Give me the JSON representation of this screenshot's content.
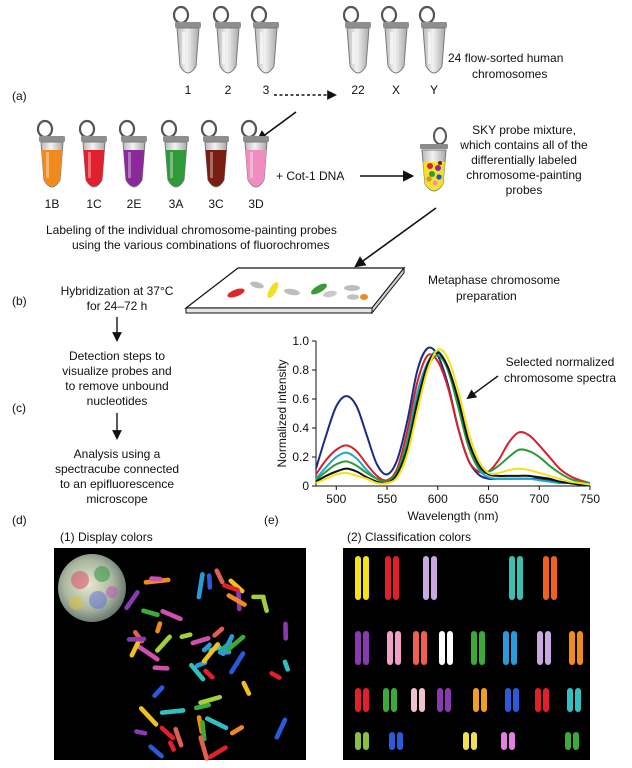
{
  "panel_labels": {
    "a": "(a)",
    "b": "(b)",
    "c": "(c)",
    "d": "(d)",
    "e": "(e)"
  },
  "flow_sorted": {
    "tube_labels": [
      "1",
      "2",
      "3",
      "22",
      "X",
      "Y"
    ],
    "caption_line1": "24 flow-sorted human",
    "caption_line2": "chromosomes"
  },
  "probes": {
    "tubes": [
      {
        "label": "1B",
        "color": "#f08a1c"
      },
      {
        "label": "1C",
        "color": "#e0202c"
      },
      {
        "label": "2E",
        "color": "#8a2a9a"
      },
      {
        "label": "3A",
        "color": "#2f9a3a"
      },
      {
        "label": "3C",
        "color": "#7a1e14"
      },
      {
        "label": "3D",
        "color": "#f08cc0"
      }
    ],
    "caption_line1": "Labeling of the individual chromosome-painting probes",
    "caption_line2": "using the various combinations of fluorochromes"
  },
  "cot": {
    "label": "+ Cot-1 DNA"
  },
  "sky_mixture": {
    "line1": "SKY probe mixture,",
    "line2": "which contains all of the",
    "line3": "differentially labeled",
    "line4": "chromosome-painting",
    "line5": "probes"
  },
  "metaphase": {
    "line1": "Metaphase chromosome",
    "line2": "preparation"
  },
  "steps": {
    "hyb_line1": "Hybridization at 37°C",
    "hyb_line2": "for 24–72 h",
    "det_line1": "Detection steps to",
    "det_line2": "visualize probes and",
    "det_line3": "to remove unbound",
    "det_line4": "nucleotides",
    "ana_line1": "Analysis using a",
    "ana_line2": "spectracube connected",
    "ana_line3": "to an epifluorescence",
    "ana_line4": "microscope"
  },
  "chart_data": {
    "type": "line",
    "xlabel": "Wavelength (nm)",
    "ylabel": "Normalized intensity",
    "xlim": [
      480,
      750
    ],
    "ylim": [
      0,
      1.0
    ],
    "x_ticks": [
      500,
      550,
      600,
      650,
      700,
      750
    ],
    "y_ticks": [
      0,
      0.2,
      0.4,
      0.6,
      0.8,
      1.0
    ],
    "grid": false,
    "annotation": "Selected normalized\nchromosome spectra",
    "x": [
      480,
      490,
      500,
      510,
      520,
      530,
      540,
      550,
      560,
      570,
      580,
      590,
      600,
      610,
      620,
      630,
      640,
      650,
      660,
      670,
      680,
      690,
      700,
      710,
      720,
      730,
      740,
      750
    ],
    "series": [
      {
        "color": "#1c2a80",
        "values": [
          0.12,
          0.35,
          0.55,
          0.62,
          0.55,
          0.35,
          0.15,
          0.08,
          0.18,
          0.45,
          0.8,
          0.95,
          0.9,
          0.7,
          0.4,
          0.18,
          0.08,
          0.05,
          0.05,
          0.05,
          0.05,
          0.05,
          0.05,
          0.04,
          0.03,
          0.02,
          0.02,
          0.01
        ]
      },
      {
        "color": "#d8202a",
        "values": [
          0.08,
          0.18,
          0.25,
          0.28,
          0.24,
          0.15,
          0.07,
          0.04,
          0.12,
          0.38,
          0.72,
          0.9,
          0.86,
          0.68,
          0.4,
          0.18,
          0.1,
          0.1,
          0.18,
          0.3,
          0.37,
          0.35,
          0.28,
          0.2,
          0.12,
          0.07,
          0.04,
          0.02
        ]
      },
      {
        "color": "#1aa9c9",
        "values": [
          0.05,
          0.13,
          0.2,
          0.23,
          0.19,
          0.11,
          0.05,
          0.03,
          0.1,
          0.32,
          0.65,
          0.85,
          0.93,
          0.8,
          0.55,
          0.28,
          0.12,
          0.06,
          0.05,
          0.05,
          0.05,
          0.05,
          0.04,
          0.03,
          0.02,
          0.02,
          0.01,
          0.01
        ]
      },
      {
        "color": "#2a9a3a",
        "values": [
          0.04,
          0.1,
          0.15,
          0.17,
          0.14,
          0.09,
          0.05,
          0.03,
          0.1,
          0.3,
          0.6,
          0.82,
          0.9,
          0.8,
          0.55,
          0.28,
          0.13,
          0.1,
          0.14,
          0.2,
          0.25,
          0.24,
          0.2,
          0.14,
          0.09,
          0.05,
          0.03,
          0.02
        ]
      },
      {
        "color": "#111111",
        "values": [
          0.03,
          0.07,
          0.1,
          0.12,
          0.1,
          0.06,
          0.03,
          0.02,
          0.08,
          0.26,
          0.58,
          0.84,
          0.92,
          0.82,
          0.6,
          0.32,
          0.15,
          0.08,
          0.07,
          0.07,
          0.07,
          0.07,
          0.06,
          0.05,
          0.03,
          0.02,
          0.01,
          0.01
        ]
      },
      {
        "color": "#f3e21a",
        "values": [
          0.02,
          0.05,
          0.08,
          0.09,
          0.07,
          0.05,
          0.02,
          0.02,
          0.06,
          0.22,
          0.52,
          0.8,
          0.94,
          0.88,
          0.66,
          0.38,
          0.18,
          0.09,
          0.09,
          0.11,
          0.12,
          0.11,
          0.09,
          0.07,
          0.05,
          0.03,
          0.02,
          0.01
        ]
      }
    ]
  },
  "subpanels": {
    "display": "(1) Display colors",
    "classification": "(2) Classification colors"
  },
  "colors": {
    "sky_orange": "#f08a1c",
    "background_dark": "#000000"
  }
}
